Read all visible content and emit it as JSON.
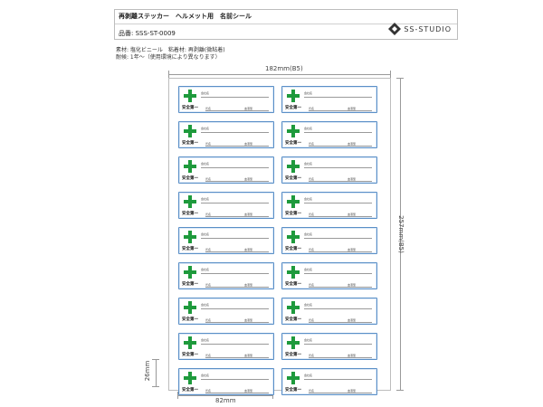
{
  "header": {
    "title": "再剥離ステッカー　ヘルメット用　名前シール",
    "product_code": "品番: SSS-ST-0009",
    "logo_text": "SS-STUDIO"
  },
  "specs": {
    "material": "素材: 塩化ビニール　粘着材: 再剥離(微粘着)",
    "durability": "耐候: 1年〜（使用環境により異なります）"
  },
  "dimensions": {
    "sheet_width": "182mm(B5)",
    "sheet_height": "257mm(B5)",
    "sticker_width": "82mm",
    "sticker_height": "26mm"
  },
  "sticker": {
    "safety_text": "安全第一",
    "company_label": "会社名",
    "name_label": "氏名",
    "blood_label": "血液型"
  },
  "sticker_count": 18,
  "colors": {
    "cross_green": "#1e9a3c",
    "border_blue": "#5a8fc7"
  }
}
